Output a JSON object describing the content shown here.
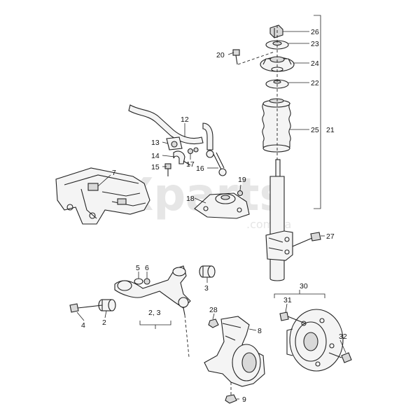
{
  "watermark": {
    "brand": "Xparts",
    "domain": ".com.ua"
  },
  "callouts": {
    "c26": "26",
    "c23": "23",
    "c20": "20",
    "c24": "24",
    "c22": "22",
    "c25": "25",
    "c21": "21",
    "c12": "12",
    "c13": "13",
    "c14": "14",
    "c15": "15",
    "c17": "17",
    "c16": "16",
    "c7": "7",
    "c19": "19",
    "c18": "18",
    "c27": "27",
    "c5": "5",
    "c6": "6",
    "c3": "3",
    "c30": "30",
    "c31": "31",
    "c28": "28",
    "c8": "8",
    "c4": "4",
    "c2": "2",
    "c23b": "2, 3",
    "c32": "32",
    "c9": "9"
  }
}
